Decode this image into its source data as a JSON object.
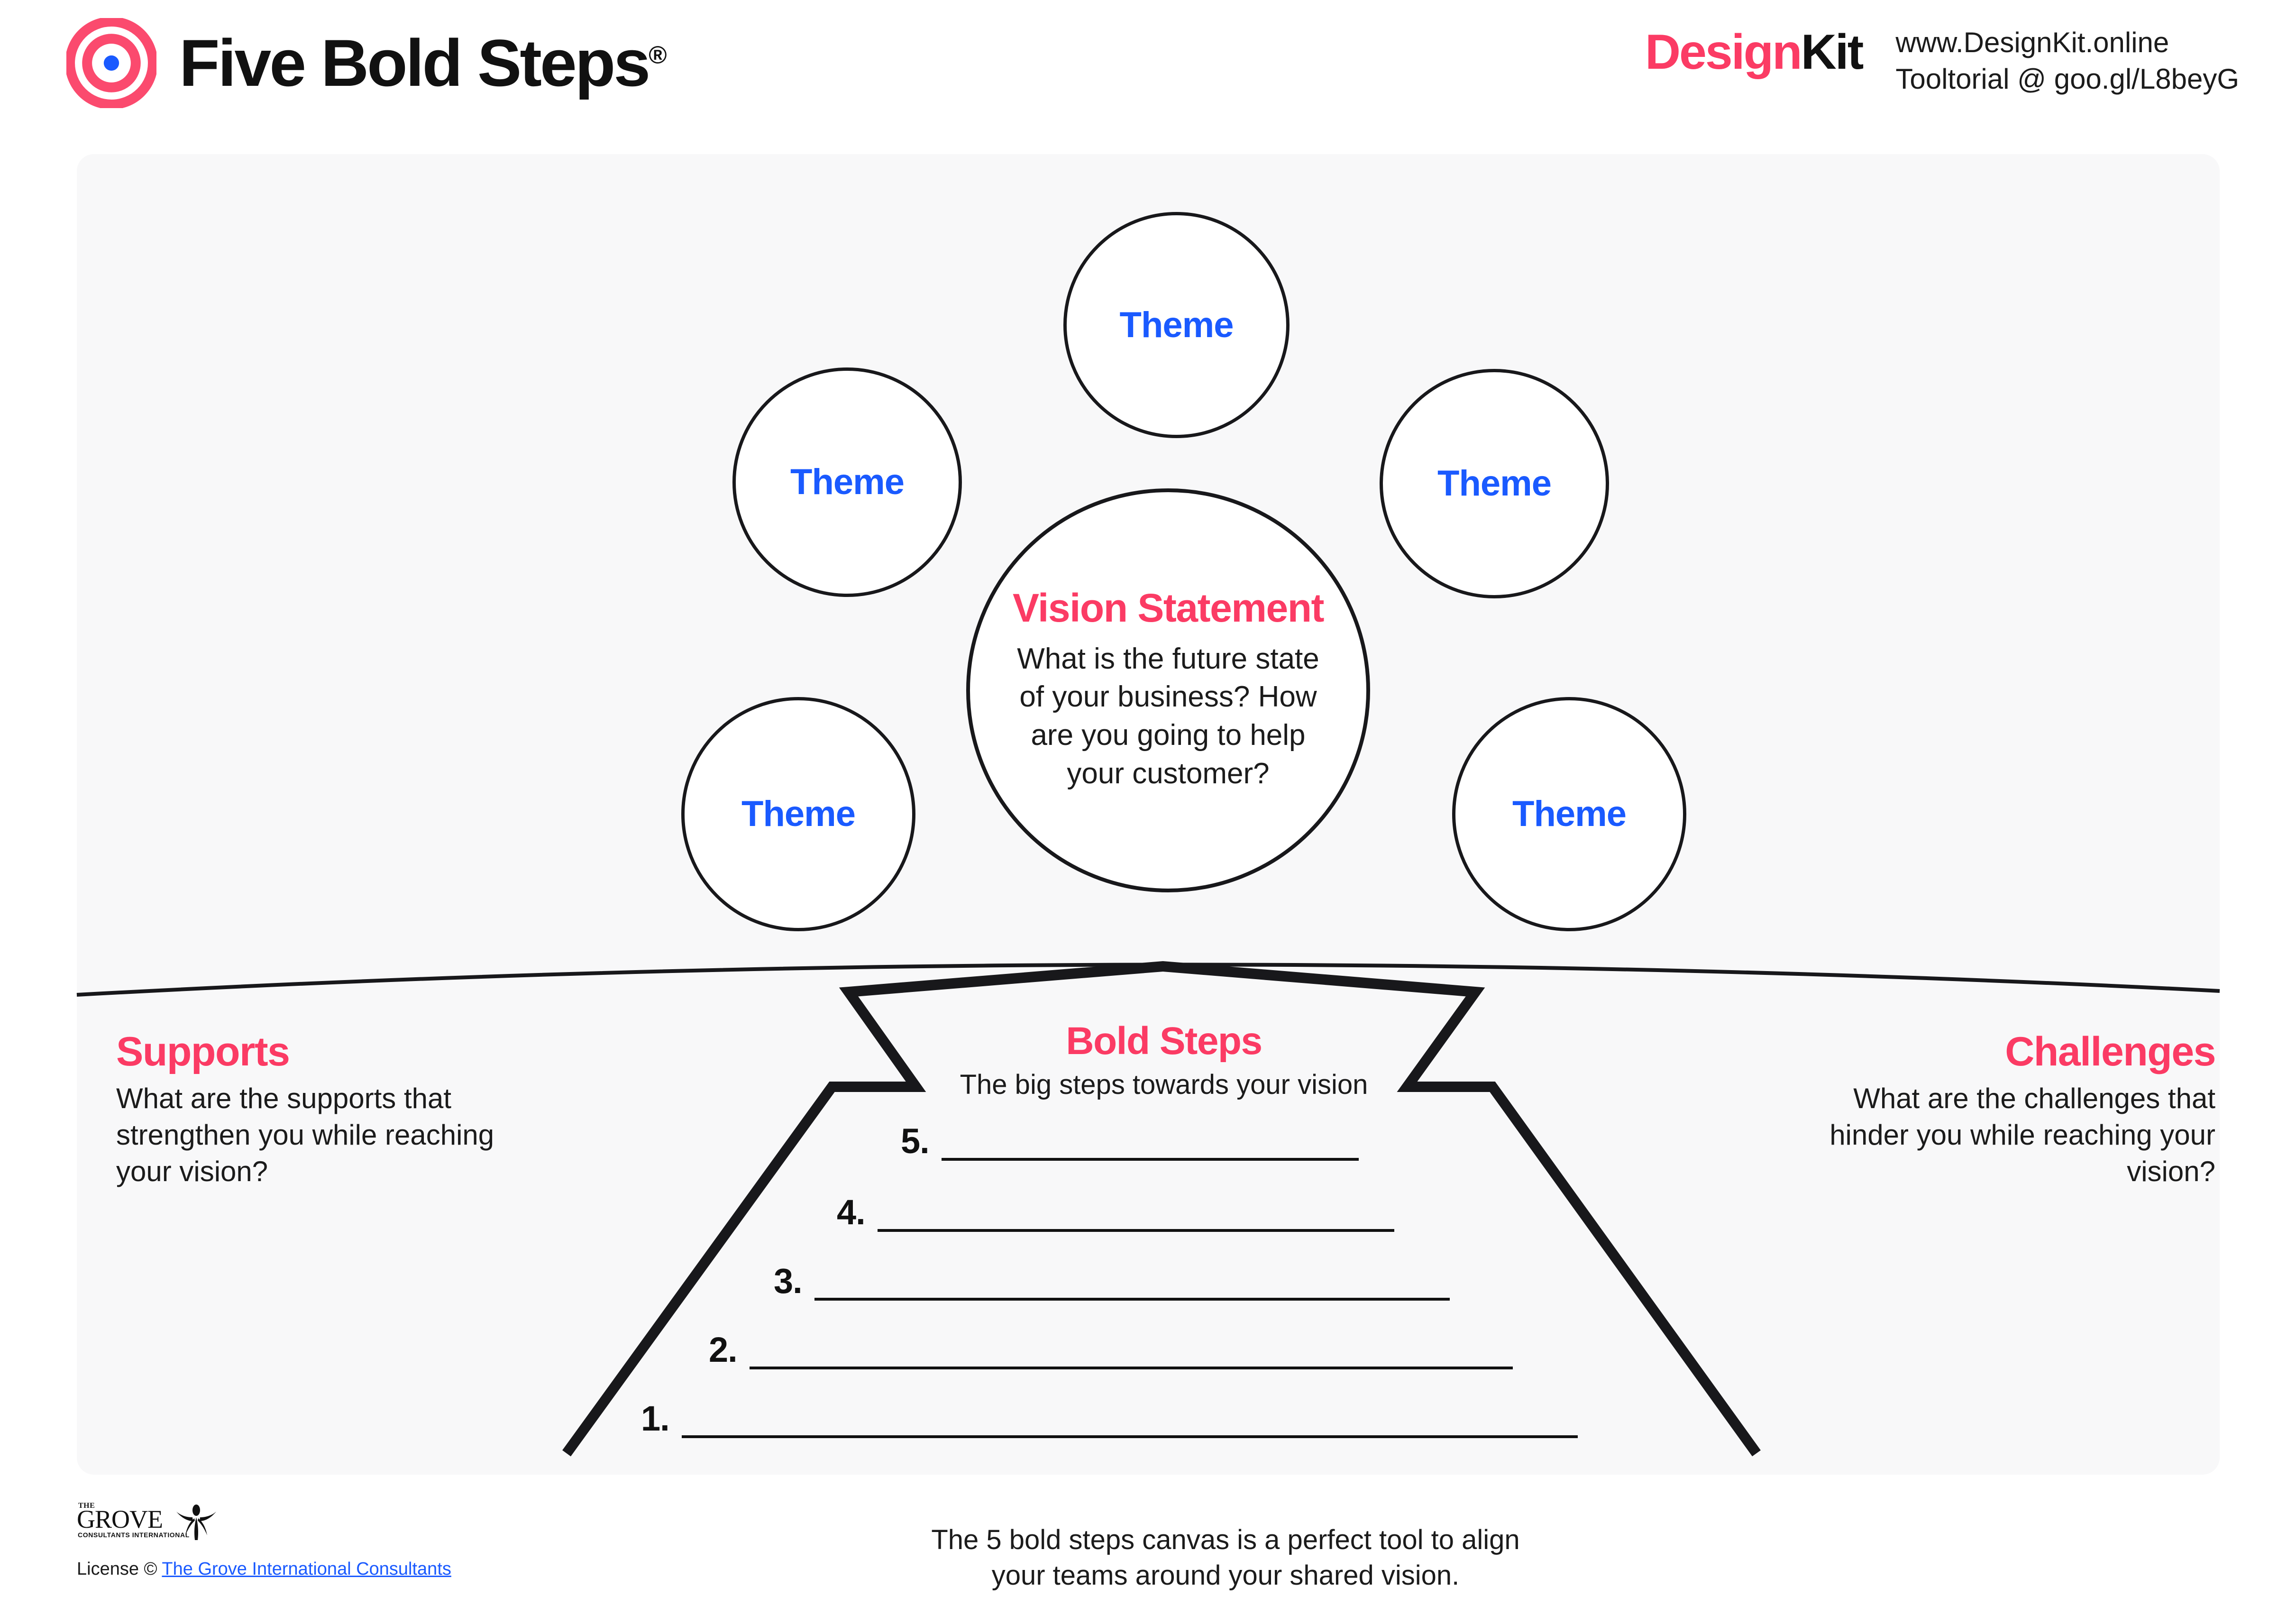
{
  "header": {
    "title": "Five Bold Steps",
    "title_mark": "®",
    "logo_icon": "target-bullseye-icon",
    "designkit": {
      "design": "Design",
      "kit": "Kit",
      "website": "www.DesignKit.online",
      "tooltorial": "Tooltorial @ goo.gl/L8beyG"
    }
  },
  "vision": {
    "title": "Vision Statement",
    "body": "What is the future state of your business? How are you going to help your customer?"
  },
  "themes": [
    {
      "label": "Theme",
      "position": "top-center"
    },
    {
      "label": "Theme",
      "position": "upper-left"
    },
    {
      "label": "Theme",
      "position": "upper-right"
    },
    {
      "label": "Theme",
      "position": "lower-left"
    },
    {
      "label": "Theme",
      "position": "lower-right"
    }
  ],
  "supports": {
    "heading": "Supports",
    "body": "What are the supports that strengthen you while reaching your vision?"
  },
  "challenges": {
    "heading": "Challenges",
    "body": "What are the challenges that hinder you while reaching your vision?"
  },
  "bold_steps": {
    "heading": "Bold Steps",
    "subtitle": "The big steps towards your vision",
    "steps": [
      {
        "number": "5.",
        "value": ""
      },
      {
        "number": "4.",
        "value": ""
      },
      {
        "number": "3.",
        "value": ""
      },
      {
        "number": "2.",
        "value": ""
      },
      {
        "number": "1.",
        "value": ""
      }
    ]
  },
  "footer": {
    "grove_logo": {
      "the": "THE",
      "grove": "GROVE",
      "consultants": "CONSULTANTS INTERNATIONAL"
    },
    "license_prefix": "License ©",
    "license_link": "The Grove International Consultants",
    "caption": "The 5 bold steps canvas is a perfect tool to align your teams around your shared vision."
  },
  "colors": {
    "accent_pink": "#FB3B64",
    "accent_blue": "#1A5AFF",
    "ink": "#18181b",
    "panel": "#f8f8f9",
    "page": "#ffffff"
  }
}
